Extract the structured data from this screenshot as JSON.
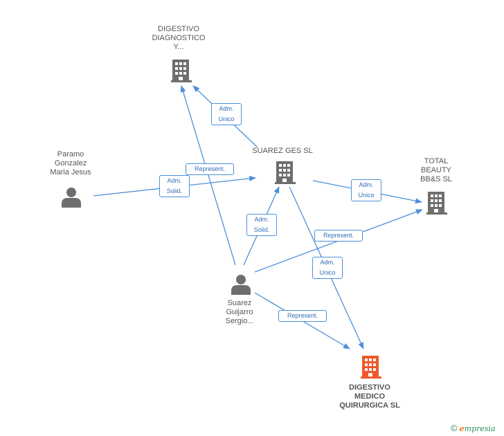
{
  "nodes": {
    "digestivo_diagnostico": {
      "lines": [
        "DIGESTIVO",
        "DIAGNOSTICO",
        "Y..."
      ],
      "type": "company"
    },
    "suarez_ges": {
      "lines": [
        "SUAREZ GES SL"
      ],
      "type": "company"
    },
    "total_beauty": {
      "lines": [
        "TOTAL",
        "BEAUTY",
        "BB&S  SL"
      ],
      "type": "company"
    },
    "paramo": {
      "lines": [
        "Paramo",
        "Gonzalez",
        "Maria Jesus"
      ],
      "type": "person"
    },
    "suarez_guijarro": {
      "lines": [
        "Suarez",
        "Guijarro",
        "Sergio..."
      ],
      "type": "person"
    },
    "digestivo_medico": {
      "lines": [
        "DIGESTIVO",
        "MEDICO",
        "QUIRURGICA SL"
      ],
      "type": "main-company"
    }
  },
  "edges": {
    "adm_unico_1": [
      "Adm.",
      "Unico"
    ],
    "represent_1": [
      "Represent."
    ],
    "adm_solid_1": [
      "Adm.",
      "Solid."
    ],
    "adm_unico_2": [
      "Adm.",
      "Unico"
    ],
    "adm_solid_2": [
      "Adm.",
      "Solid."
    ],
    "represent_2": [
      "Represent."
    ],
    "adm_unico_3": [
      "Adm.",
      "Unico"
    ],
    "represent_3": [
      "Represent."
    ]
  },
  "footer": {
    "copyright": "©",
    "brand_initial": "e",
    "brand_rest": "mpresia"
  },
  "colors": {
    "company": "#6e6e6e",
    "main_company": "#f0592b",
    "person": "#6e6e6e",
    "edge": "#4a90d9"
  }
}
